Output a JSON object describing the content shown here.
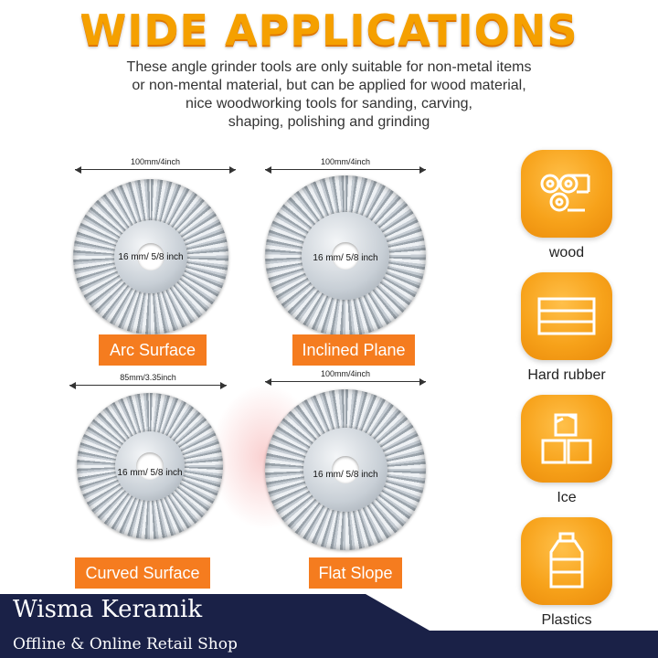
{
  "header": {
    "title": "WIDE APPLICATIONS",
    "description": [
      "These angle grinder tools are only suitable for non-metal items",
      "or non-mental material, but can be applied for wood material,",
      "nice woodworking tools for sanding, carving,",
      "shaping, polishing and grinding"
    ]
  },
  "discs": [
    {
      "dimension": "100mm/4inch",
      "bore": "16 mm/ 5/8 inch",
      "label": "Arc Surface"
    },
    {
      "dimension": "100mm/4inch",
      "bore": "16 mm/ 5/8 inch",
      "label": "Inclined Plane"
    },
    {
      "dimension": "85mm/3.35inch",
      "bore": "16 mm/ 5/8 inch",
      "label": "Curved Surface"
    },
    {
      "dimension": "100mm/4inch",
      "bore": "16 mm/ 5/8 inch",
      "label": "Flat Slope"
    }
  ],
  "materials": [
    {
      "label": "wood",
      "icon": "wood-logs-icon"
    },
    {
      "label": "Hard rubber",
      "icon": "hard-rubber-icon"
    },
    {
      "label": "Ice",
      "icon": "ice-cubes-icon"
    },
    {
      "label": "Plastics",
      "icon": "plastic-bottle-icon"
    }
  ],
  "footer": {
    "brand": "Wisma Keramik",
    "subtitle": "Offline & Online Retail Shop"
  },
  "colors": {
    "title": "#f5a000",
    "badge": "#f57c1f",
    "footer": "#1a2147"
  }
}
